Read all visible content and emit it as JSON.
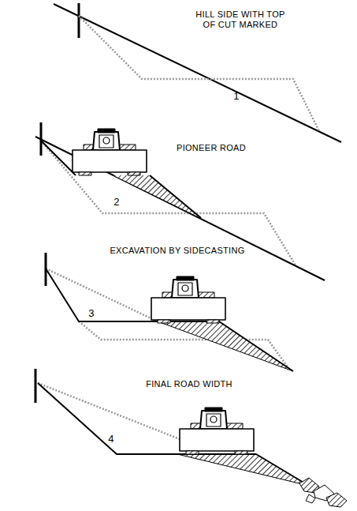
{
  "diagram": {
    "labels": [
      "HILL SIDE WITH TOP OF CUT MARKED",
      "1",
      "PIONEER ROAD",
      "2",
      "EXCAVATION BY SIDECASTING",
      "3",
      "FINAL ROAD WIDTH",
      "4"
    ]
  }
}
